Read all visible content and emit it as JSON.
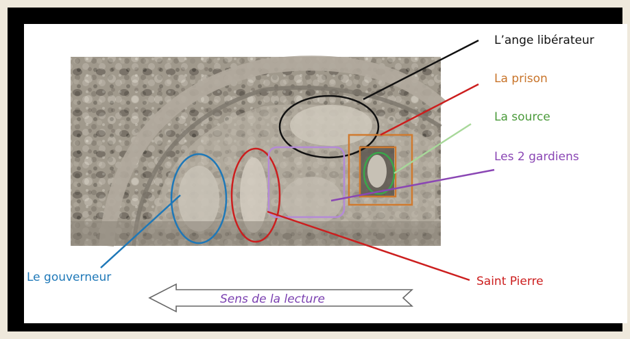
{
  "annotations": {
    "ange": {
      "text": "L’ange libérateur",
      "color": "#111111"
    },
    "prison": {
      "text": "La prison",
      "color": "#c8742a"
    },
    "source": {
      "text": "La source",
      "color": "#4a9a3a"
    },
    "gardiens": {
      "text": "Les 2 gardiens",
      "color": "#8a46b4"
    },
    "gouverneur": {
      "text": "Le gouverneur",
      "color": "#1e78b8"
    },
    "pierre": {
      "text": "Saint Pierre",
      "color": "#cc1e1e"
    }
  },
  "reading_direction": {
    "text": "Sens de la lecture",
    "direction": "right-to-left"
  }
}
